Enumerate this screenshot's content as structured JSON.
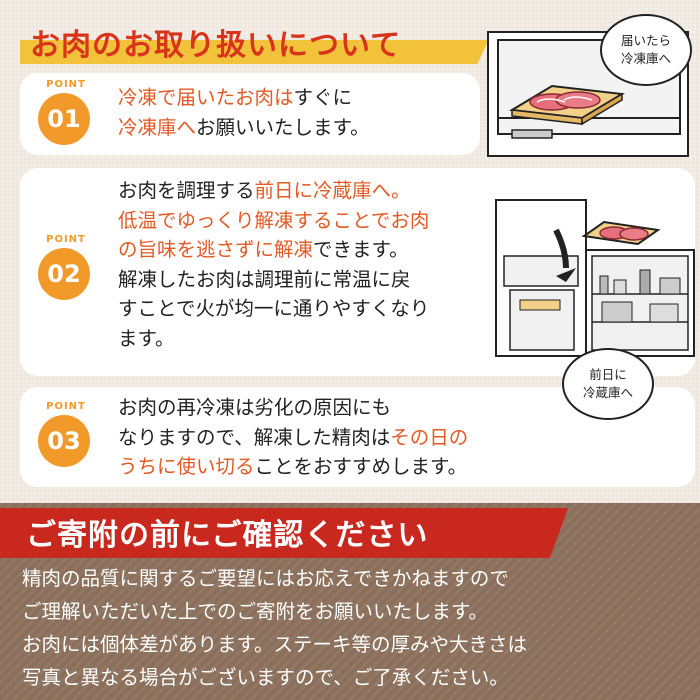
{
  "header": {
    "title": "お肉のお取り扱いについて"
  },
  "points": [
    {
      "label": "POINT",
      "number": "01",
      "lines": [
        [
          {
            "t": "冷凍で届いたお肉は",
            "hl": true
          },
          {
            "t": "すぐに",
            "hl": false
          }
        ],
        [
          {
            "t": "冷凍庫へ",
            "hl": true
          },
          {
            "t": "お願いいたします。",
            "hl": false
          }
        ]
      ]
    },
    {
      "label": "POINT",
      "number": "02",
      "lines": [
        [
          {
            "t": "お肉を調理する",
            "hl": false
          },
          {
            "t": "前日に冷蔵庫へ。",
            "hl": true
          }
        ],
        [
          {
            "t": "低温でゆっくり解凍することでお肉",
            "hl": true
          }
        ],
        [
          {
            "t": "の旨味を逃さずに解凍",
            "hl": true
          },
          {
            "t": "できます。",
            "hl": false
          }
        ],
        [
          {
            "t": "解凍したお肉は調理前に常温に戻",
            "hl": false
          }
        ],
        [
          {
            "t": "すことで火が均一に通りやすくなり",
            "hl": false
          }
        ],
        [
          {
            "t": "ます。",
            "hl": false
          }
        ]
      ]
    },
    {
      "label": "POINT",
      "number": "03",
      "lines": [
        [
          {
            "t": "お肉の再冷凍は劣化の原因にも",
            "hl": false
          }
        ],
        [
          {
            "t": "なりますので、解凍した精肉は",
            "hl": false
          },
          {
            "t": "その日の",
            "hl": true
          }
        ],
        [
          {
            "t": "うちに使い切る",
            "hl": true
          },
          {
            "t": "ことをおすすめします。",
            "hl": false
          }
        ]
      ]
    }
  ],
  "bubbles": {
    "freezer": [
      "届いたら",
      "冷凍庫へ"
    ],
    "fridge": [
      "前日に",
      "冷蔵庫へ"
    ]
  },
  "notice": {
    "title": "ご寄附の前にご確認ください",
    "lines": [
      "精肉の品質に関するご要望にはお応えできかねますので",
      "ご理解いただいた上でのご寄附をお願いいたします。",
      "お肉には個体差があります。ステーキ等の厚みや大きさは",
      "写真と異なる場合がございますので、ご了承ください。"
    ]
  },
  "colors": {
    "accent_red": "#d8341c",
    "highlight_orange": "#e25a25",
    "badge_orange": "#f19a2a",
    "title_yellow": "#f2c23a",
    "notice_red": "#c9281f",
    "notice_brown": "#8a6f5b"
  }
}
